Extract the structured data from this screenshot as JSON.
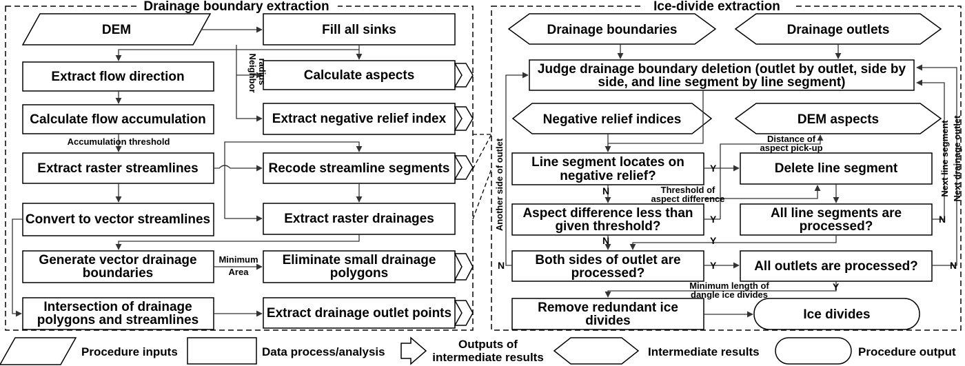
{
  "left_panel": {
    "title": "Drainage boundary extraction",
    "nodes": {
      "dem": "DEM",
      "fill_sinks": "Fill all sinks",
      "flow_direction": "Extract flow direction",
      "aspects": "Calculate aspects",
      "flow_accumulation": "Calculate flow accumulation",
      "negative_relief": "Extract negative relief index",
      "raster_streamlines": "Extract raster streamlines",
      "recode_segments": "Recode streamline segments",
      "vector_streamlines": "Convert to vector streamlines",
      "raster_drainages": "Extract raster drainages",
      "vector_boundaries": [
        "Generate vector drainage",
        "boundaries"
      ],
      "eliminate_polygons": [
        "Eliminate small drainage",
        "polygons"
      ],
      "intersection": [
        "Intersection of drainage",
        "polygons and streamlines"
      ],
      "outlet_points": "Extract drainage outlet points"
    },
    "labels": {
      "neighbor_radius": [
        "Neighbor",
        "radius"
      ],
      "accumulation_threshold": "Accumulation threshold",
      "minimum_area": [
        "Minimum",
        "Area"
      ]
    }
  },
  "right_panel": {
    "title": "Ice-divide extraction",
    "nodes": {
      "drainage_boundaries": "Drainage boundaries",
      "drainage_outlets": "Drainage outlets",
      "judge_deletion": [
        "Judge drainage boundary deletion (outlet by outlet, side by",
        "side, and line segment by line segment)"
      ],
      "negative_relief_indices": "Negative relief indices",
      "dem_aspects": "DEM aspects",
      "line_on_negative": [
        "Line segment locates on",
        "negative relief?"
      ],
      "delete_segment": "Delete line segment",
      "aspect_difference": [
        "Aspect difference less than",
        "given threshold?"
      ],
      "all_segments": [
        "All line segments are",
        "processed?"
      ],
      "both_sides": [
        "Both sides of outlet are",
        "processed?"
      ],
      "all_outlets": "All outlets are processed?",
      "remove_redundant": [
        "Remove redundant ice",
        "divides"
      ],
      "ice_divides": "Ice divides"
    },
    "labels": {
      "distance_pickup": [
        "Distance of",
        "aspect pick-up"
      ],
      "threshold_aspect": [
        "Threshold of",
        "aspect difference"
      ],
      "minimum_length": [
        "Minimum length of",
        "dangle ice divides"
      ],
      "another_side": "Another side of outlet",
      "next_line_segment": "Next line segment",
      "next_drainage_outlet": "Next drainage outlet",
      "yes": "Y",
      "no": "N"
    }
  },
  "legend": {
    "procedure_inputs": "Procedure inputs",
    "data_process": "Data process/analysis",
    "outputs_intermediate": [
      "Outputs of",
      "intermediate results"
    ],
    "intermediate_results": "Intermediate results",
    "procedure_output": "Procedure output"
  }
}
